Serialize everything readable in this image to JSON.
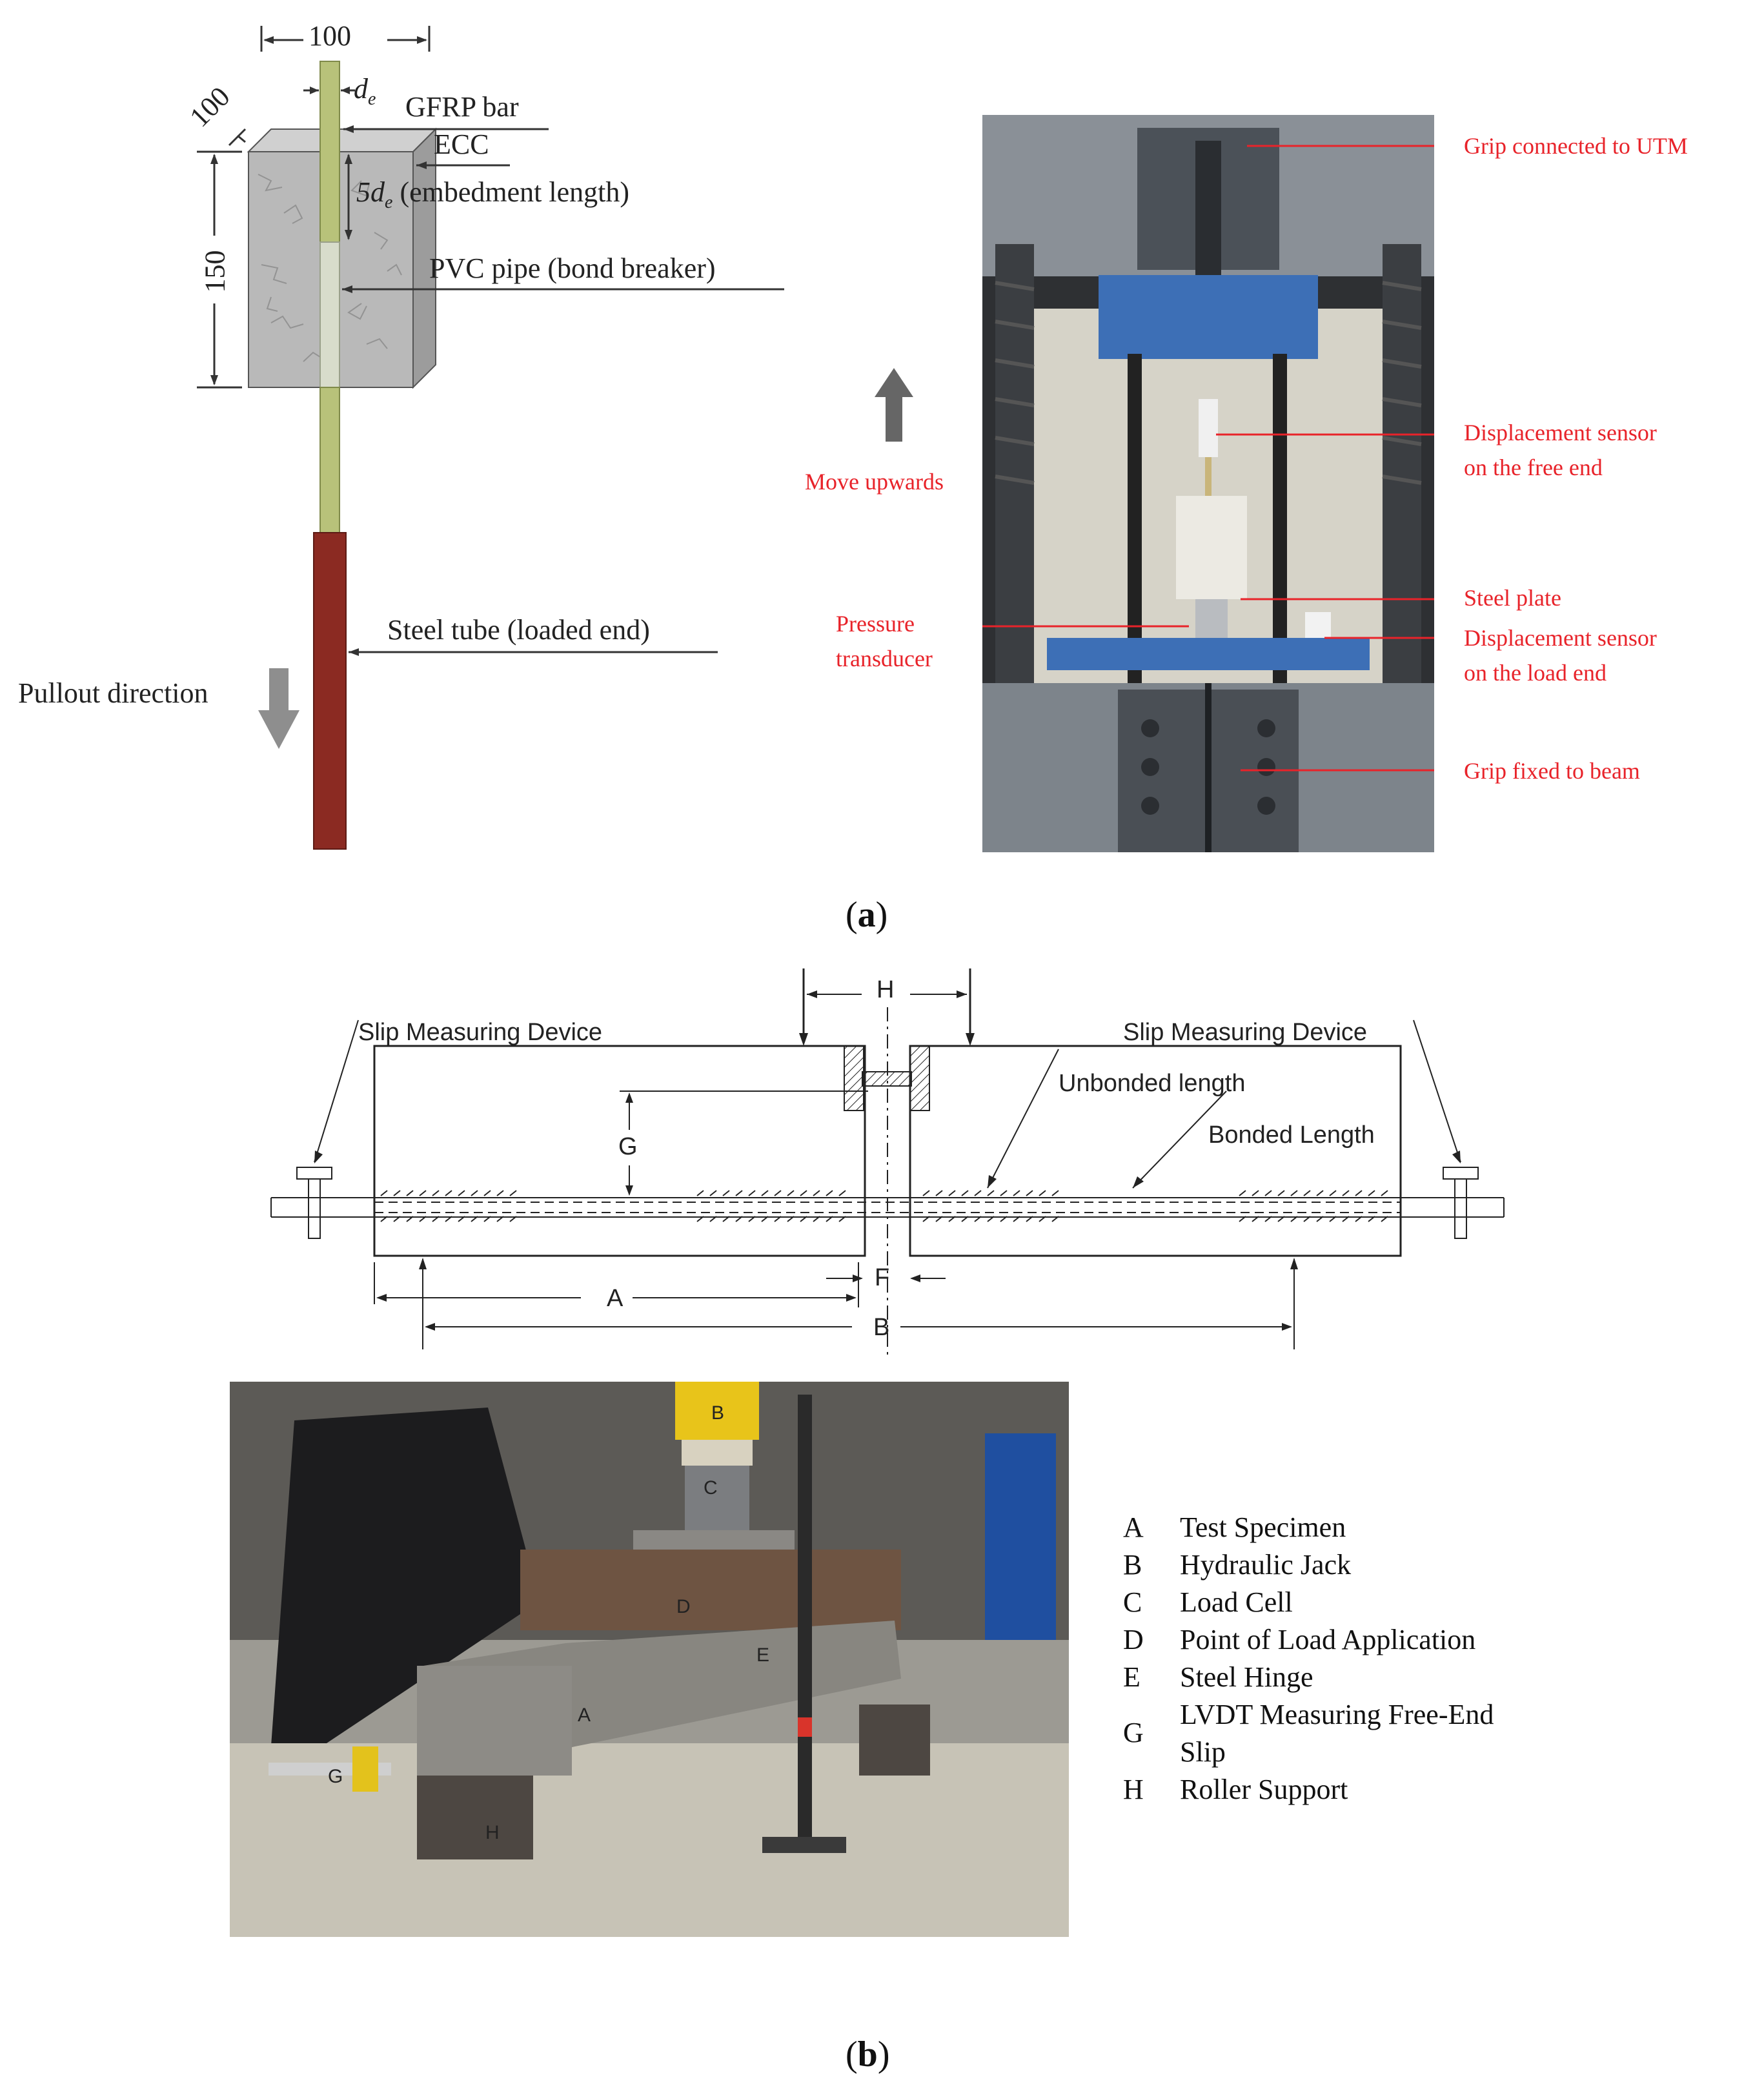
{
  "panel_a": {
    "caption_letter": "a",
    "sketch": {
      "dim_width": "100",
      "dim_depth": "100",
      "dim_height": "150",
      "de_label": "d",
      "de_sub": "e",
      "labels": {
        "gfrp": "GFRP bar",
        "ecc": "ECC",
        "embed_prefix": "5d",
        "embed_sub": "e",
        "embed_suffix": " (embedment length)",
        "pvc": "PVC pipe (bond breaker)",
        "steel_tube": "Steel tube (loaded end)",
        "pullout": "Pullout direction"
      }
    },
    "photo_labels": {
      "grip_utm": "Grip connected to UTM",
      "disp_free_1": "Displacement sensor",
      "disp_free_2": "on the free end",
      "move_up": "Move upwards",
      "steel_plate": "Steel plate",
      "pressure_1": "Pressure",
      "pressure_2": "transducer",
      "disp_load_1": "Displacement sensor",
      "disp_load_2": "on the load end",
      "grip_beam": "Grip fixed to beam"
    },
    "colors": {
      "annotation": "#e8232a",
      "gfrp": "#b8c27a",
      "steel_tube": "#8b2a22",
      "ecc": "#b9b9b9"
    }
  },
  "panel_b": {
    "caption_letter": "b",
    "schematic": {
      "slip_left": "Slip Measuring Device",
      "slip_right": "Slip Measuring Device",
      "unbonded": "Unbonded length",
      "bonded": "Bonded Length",
      "dims": {
        "A": "A",
        "B": "B",
        "F": "F",
        "G": "G",
        "H": "H"
      }
    },
    "photo_tags": {
      "A": "A",
      "B": "B",
      "C": "C",
      "D": "D",
      "E": "E",
      "G": "G",
      "H": "H"
    },
    "legend": [
      {
        "key": "A",
        "text": "Test Specimen"
      },
      {
        "key": "B",
        "text": "Hydraulic Jack"
      },
      {
        "key": "C",
        "text": "Load Cell"
      },
      {
        "key": "D",
        "text": "Point of Load Application"
      },
      {
        "key": "E",
        "text": "Steel Hinge"
      },
      {
        "key": "G",
        "text": "LVDT Measuring Free-End",
        "text2": "Slip"
      },
      {
        "key": "H",
        "text": "Roller Support"
      }
    ]
  }
}
